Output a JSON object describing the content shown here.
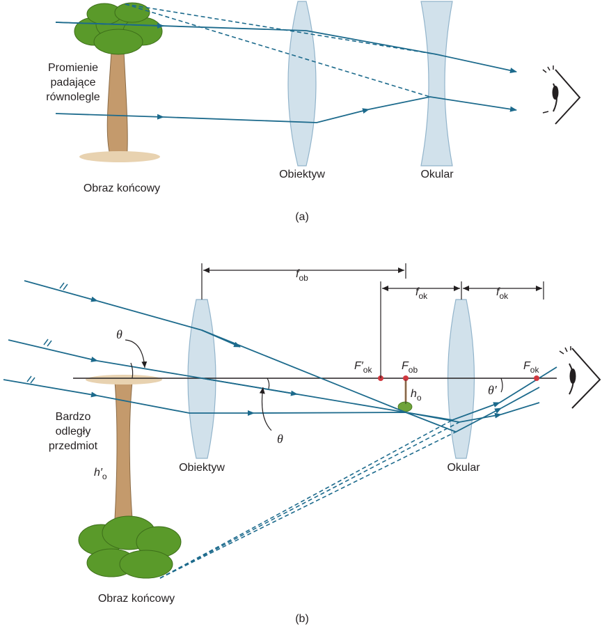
{
  "panel_a": {
    "label": "(a)",
    "rays_label": [
      "Promienie",
      "padające",
      "równolegle"
    ],
    "image_label": "Obraz końcowy",
    "objective_label": "Obiektyw",
    "eyepiece_label": "Okular"
  },
  "panel_b": {
    "label": "(b)",
    "object_label": [
      "Bardzo",
      "odległy",
      "przedmiot"
    ],
    "image_label": "Obraz końcowy",
    "objective_label": "Obiektyw",
    "eyepiece_label": "Okular",
    "theta": "θ",
    "theta_prime": "θ′",
    "f_ob": {
      "main": "f",
      "sub": "ob"
    },
    "f_ok": {
      "main": "f",
      "sub": "ok"
    },
    "F_prime_ok": {
      "main": "F′",
      "sub": "ok"
    },
    "F_ob": {
      "main": "F",
      "sub": "ob"
    },
    "F_ok": {
      "main": "F",
      "sub": "ok"
    },
    "h_o": {
      "main": "h",
      "sub": "o"
    },
    "h_prime_o": {
      "main": "h′",
      "sub": "o"
    }
  },
  "colors": {
    "ray": "#1c6a8c",
    "lens": "#c9dce8",
    "focal_point": "#d0383f",
    "foliage": "#5a9a2a",
    "trunk": "#c49a6c"
  }
}
